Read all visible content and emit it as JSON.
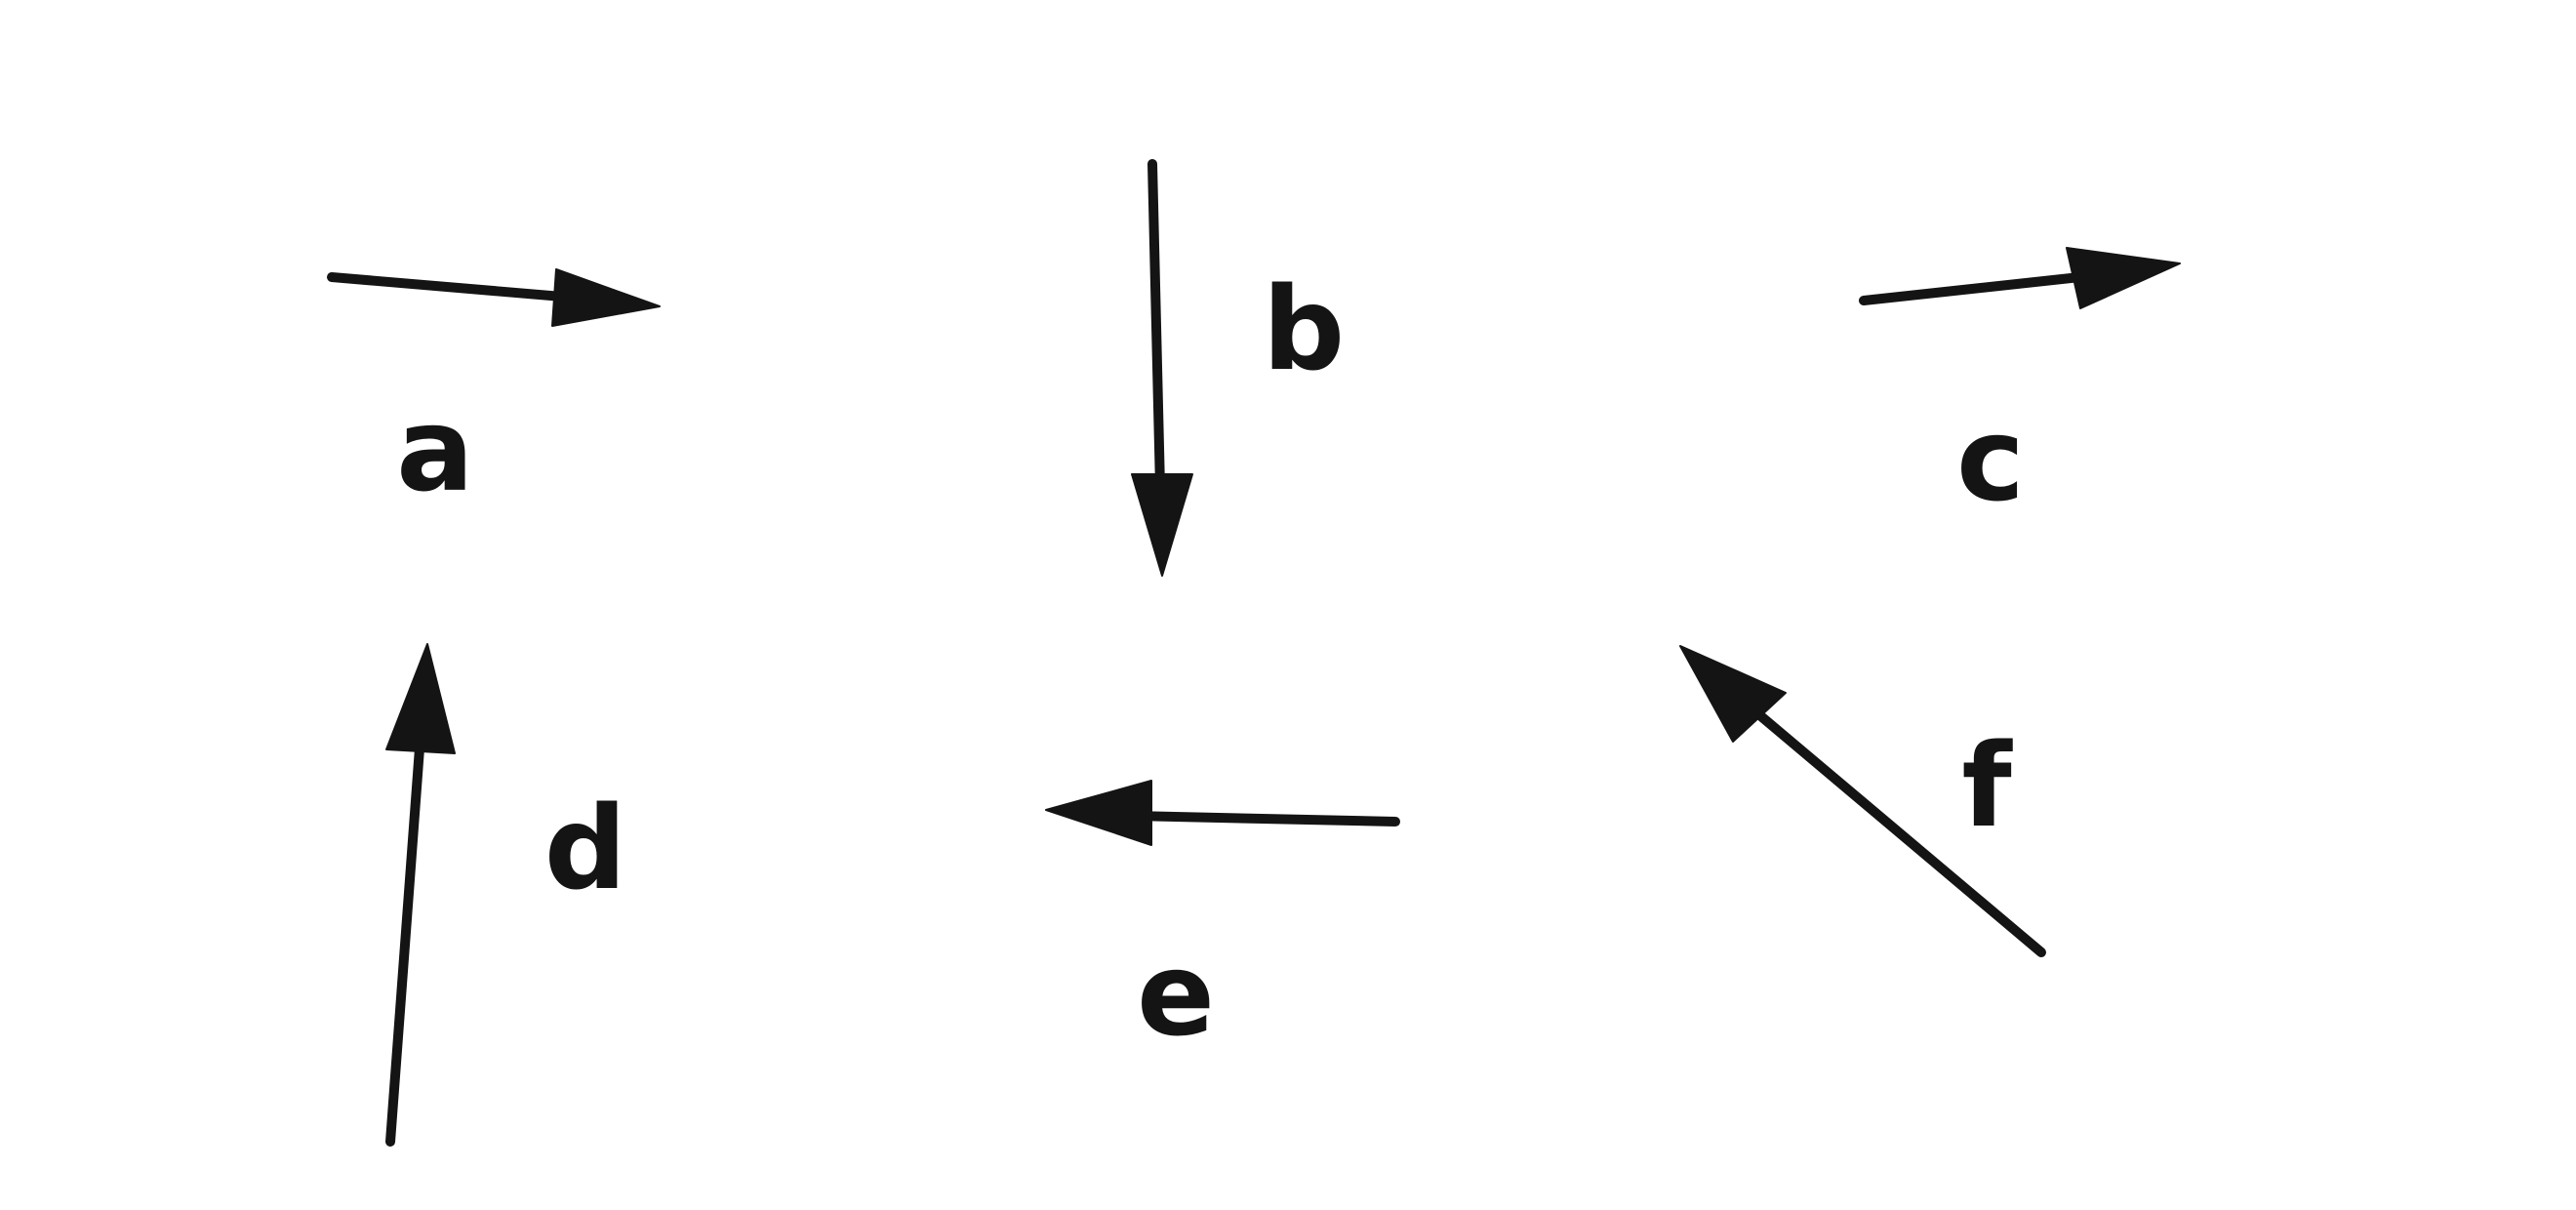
{
  "vectors": [
    {
      "id": "a",
      "label": "a"
    },
    {
      "id": "b",
      "label": "b"
    },
    {
      "id": "c",
      "label": "c"
    },
    {
      "id": "d",
      "label": "d"
    },
    {
      "id": "e",
      "label": "e"
    },
    {
      "id": "f",
      "label": "f"
    }
  ],
  "colors": {
    "ink": "#141414",
    "background": "#ffffff"
  }
}
